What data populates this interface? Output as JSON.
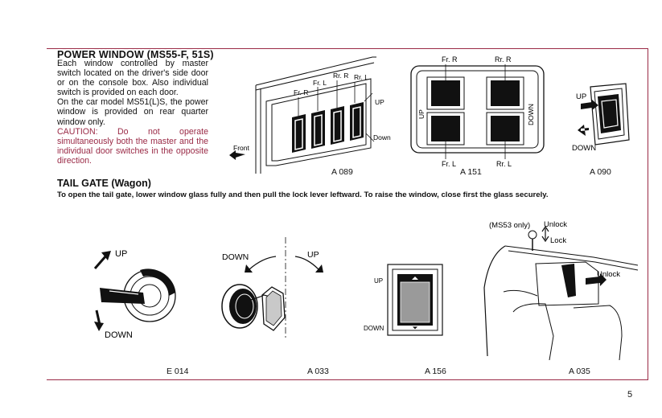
{
  "power_window": {
    "title": "POWER WINDOW (MS55-F, 51S)",
    "para1": "Each window controlled by master switch located on the driver's side door or on the console box. Also individual switch is provided on each door.",
    "para2": "On the car model MS51(L)S, the power window is provided on rear quarter window only.",
    "caution": "CAUTION: Do not operate simultaneously both the master and the individual door switches in the opposite direction."
  },
  "tail_gate": {
    "title": "TAIL GATE (Wagon)",
    "description": "To open the tail gate, lower window glass fully and then pull the lock lever leftward. To raise the window, close first the glass securely."
  },
  "figures": {
    "a089": {
      "caption": "A 089",
      "fr_r": "Fr. R",
      "fr_l": "Fr. L",
      "rr_r": "Rr. R",
      "rr_l": "Rr. L",
      "up": "UP",
      "down": "Down",
      "front": "Front"
    },
    "a151": {
      "caption": "A 151",
      "fr_r": "Fr. R",
      "rr_r": "Rr. R",
      "fr_l": "Fr. L",
      "rr_l": "Rr. L",
      "up": "UP",
      "down": "DOWN"
    },
    "a090": {
      "caption": "A 090",
      "up": "UP",
      "down": "DOWN"
    },
    "e014": {
      "caption": "E 014",
      "up": "UP",
      "down": "DOWN"
    },
    "a033": {
      "caption": "A 033",
      "down": "DOWN",
      "up": "UP"
    },
    "a156": {
      "caption": "A 156",
      "up": "UP",
      "down": "DOWN"
    },
    "a035": {
      "caption": "A 035",
      "ms53": "(MS53 only)",
      "unlock_top": "Unlock",
      "lock": "Lock",
      "unlock_side": "Unlock"
    }
  },
  "page_number": "5"
}
